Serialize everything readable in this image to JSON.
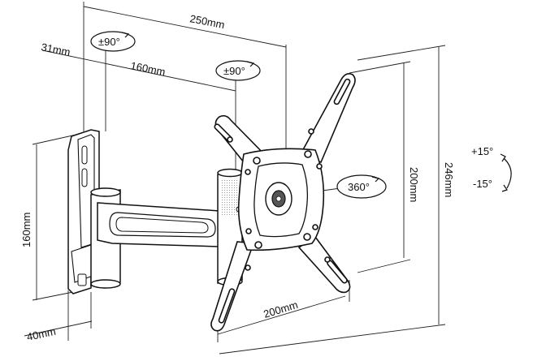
{
  "dimensions": {
    "total_reach": "250mm",
    "wall_offset": "31mm",
    "arm_length": "160mm",
    "wall_plate_height": "160mm",
    "wall_plate_depth": "40mm",
    "vesa_vertical": "200mm",
    "vesa_horizontal": "200mm",
    "overall_height": "246mm"
  },
  "rotations": {
    "wall_swivel": "±90°",
    "arm_swivel": "±90°",
    "head_rotation": "360°",
    "tilt_up": "+15°",
    "tilt_down": "-15°"
  }
}
